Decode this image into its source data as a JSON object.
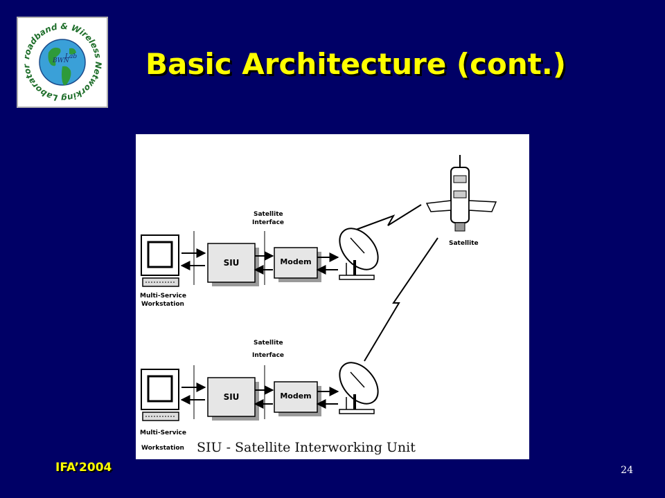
{
  "slide": {
    "title": "Basic Architecture (cont.)",
    "footer": "IFA’2004",
    "number": "24"
  },
  "logo": {
    "ring_text": "Broadband & Wireless Networking Laboratory",
    "inner_left": "BWN",
    "inner_right": "Lab"
  },
  "diagram": {
    "caption": "SIU - Satellite Interworking Unit",
    "satellite_label": "Satellite",
    "groups": [
      {
        "interface_label": [
          "Satellite",
          "Interface"
        ],
        "siu_label": "SIU",
        "modem_label": "Modem",
        "workstation_label": [
          "Multi-Service",
          "Workstation"
        ]
      },
      {
        "interface_label": [
          "Satellite",
          "Interface"
        ],
        "siu_label": "SIU",
        "modem_label": "Modem",
        "workstation_label": [
          "Multi-Service",
          "Workstation"
        ]
      }
    ]
  },
  "colors": {
    "background": "#000066",
    "title": "#ffff00",
    "box_fill": "#e6e6e6",
    "box_shadow": "#9a9a9a"
  }
}
